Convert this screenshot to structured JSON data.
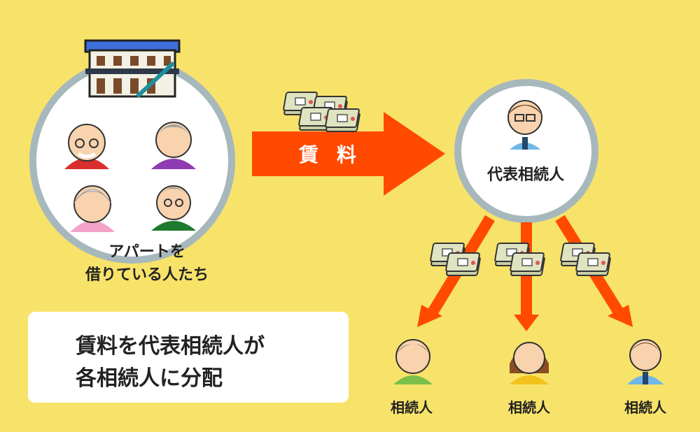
{
  "diagram": {
    "tenants_label_line1": "アパートを",
    "tenants_label_line2": "借りている人たち",
    "rent_label": "賃料",
    "representative_label": "代表相続人",
    "heirs": [
      {
        "label": "相続人"
      },
      {
        "label": "相続人"
      },
      {
        "label": "相続人"
      }
    ],
    "note_line1": "賃料を代表相続人が",
    "note_line2": "各相続人に分配"
  },
  "colors": {
    "background": "#f8e36a",
    "arrow": "#ff4a00",
    "circle_border": "#a7b8bd",
    "circle_fill": "#ffffff",
    "box_fill": "#ffffff"
  },
  "icons": [
    "apartment-icon",
    "cash-stack-icon",
    "tenant-icon",
    "person-icon"
  ]
}
